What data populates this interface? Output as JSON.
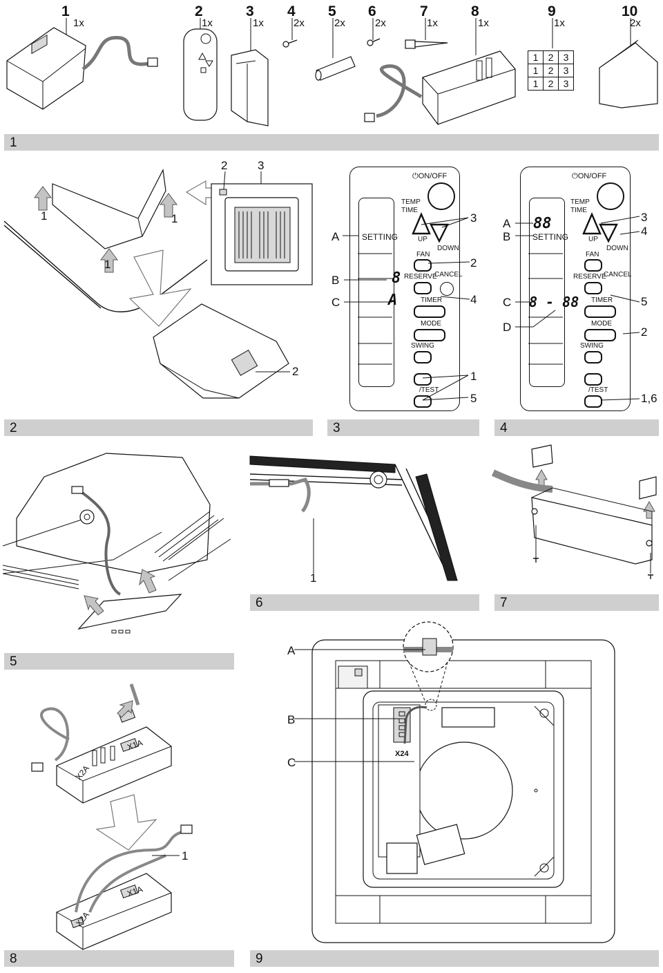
{
  "parts": [
    {
      "number": "1",
      "qty": "1x"
    },
    {
      "number": "2",
      "qty": "1x"
    },
    {
      "number": "3",
      "qty": "1x"
    },
    {
      "number": "4",
      "qty": "2x"
    },
    {
      "number": "5",
      "qty": "2x"
    },
    {
      "number": "6",
      "qty": "2x"
    },
    {
      "number": "7",
      "qty": "1x"
    },
    {
      "number": "8",
      "qty": "1x"
    },
    {
      "number": "9",
      "qty": "1x"
    },
    {
      "number": "10",
      "qty": "2x"
    }
  ],
  "label_grid": [
    [
      "1",
      "2",
      "3"
    ],
    [
      "1",
      "2",
      "3"
    ],
    [
      "1",
      "2",
      "3"
    ]
  ],
  "sections": [
    "1",
    "2",
    "3",
    "4",
    "5",
    "6",
    "7",
    "8",
    "9"
  ],
  "fig1": {
    "callouts": [
      "1",
      "1",
      "1",
      "2",
      "3",
      "2"
    ]
  },
  "remote": {
    "on_off": "ON",
    "off": "OFF",
    "temp": "TEMP",
    "time": "TIME",
    "up": "UP",
    "down": "DOWN",
    "fan": "FAN",
    "reserve": "RESERVE",
    "cancel": "CANCEL",
    "timer": "TIMER",
    "mode": "MODE",
    "swing": "SWING",
    "test": "/TEST",
    "setting": "SETTING",
    "seg_b": "8",
    "seg_c": "A",
    "seg_88": "88",
    "seg_c4": "8 - 88"
  },
  "fig3": {
    "letters": [
      "A",
      "B",
      "C"
    ],
    "nums": [
      "3",
      "2",
      "4",
      "1",
      "5"
    ]
  },
  "fig4": {
    "letters": [
      "A",
      "B",
      "C",
      "D"
    ],
    "nums": [
      "3",
      "4",
      "5",
      "2",
      "1,6"
    ]
  },
  "fig6": {
    "callout": "1"
  },
  "fig8": {
    "callout": "1",
    "x1a": "X1A",
    "x2a": "X2A"
  },
  "fig9": {
    "letters": [
      "A",
      "B",
      "C"
    ],
    "x24": "X24"
  }
}
